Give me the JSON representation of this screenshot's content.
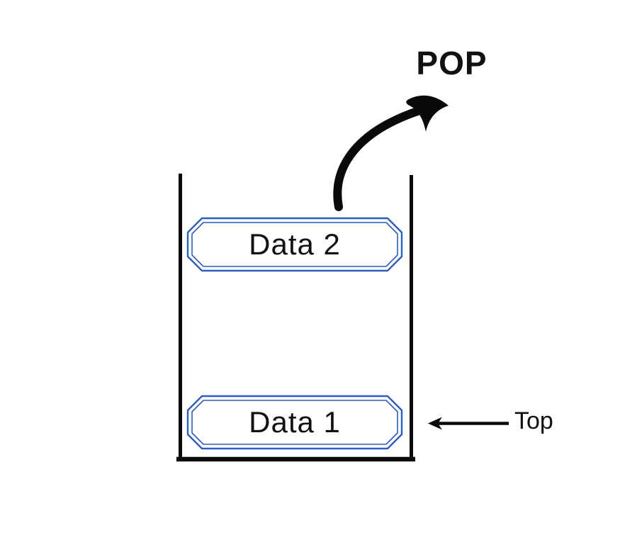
{
  "labels": {
    "pop": "POP",
    "top": "Top"
  },
  "stack": {
    "items": [
      {
        "label": "Data 2"
      },
      {
        "label": "Data 1"
      }
    ]
  },
  "icons": {
    "pop_arrow": "curved-arrow-icon",
    "top_arrow": "left-arrow-icon"
  },
  "colors": {
    "line": "#0a0a0a",
    "item_border": "#2b5ec4",
    "text": "#111111",
    "background": "#ffffff"
  }
}
